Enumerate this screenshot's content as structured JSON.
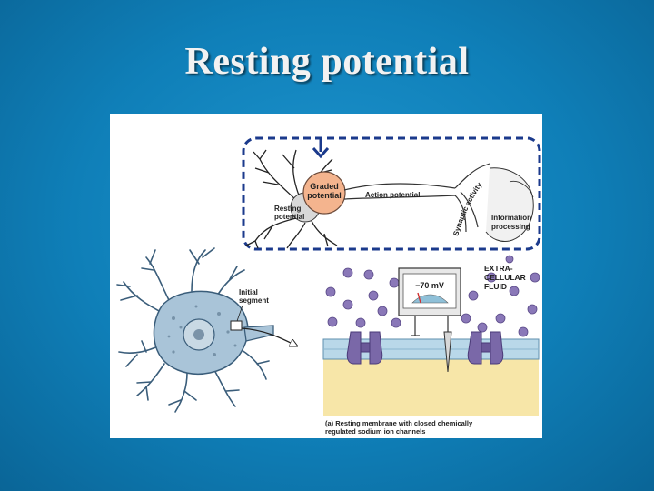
{
  "slide": {
    "title": "Resting potential"
  },
  "figure": {
    "neuron_labels": {
      "graded_potential_line1": "Graded",
      "graded_potential_line2": "potential",
      "resting_potential_line1": "Resting",
      "resting_potential_line2": "potential",
      "action_potential": "Action potential",
      "synaptic_activity": "Synaptic activity",
      "information_processing_line1": "Information",
      "information_processing_line2": "processing"
    },
    "cell_labels": {
      "initial_segment_line1": "Initial",
      "initial_segment_line2": "segment"
    },
    "membrane_labels": {
      "extracellular_line1": "EXTRA-",
      "extracellular_line2": "CELLULAR",
      "extracellular_line3": "FLUID",
      "voltmeter_reading": "−70 mV",
      "caption_line1": "(a) Resting membrane with closed chemically",
      "caption_line2": "regulated sodium ion channels"
    },
    "colors": {
      "background": "#1183bd",
      "graded_circle": "#f4b48e",
      "membrane_band": "#b9d8e9",
      "cytoplasm": "#f7e6a8",
      "ion": "#8a78b8",
      "channel": "#7a68a8",
      "dashed_box": "#1b3a8c"
    }
  }
}
